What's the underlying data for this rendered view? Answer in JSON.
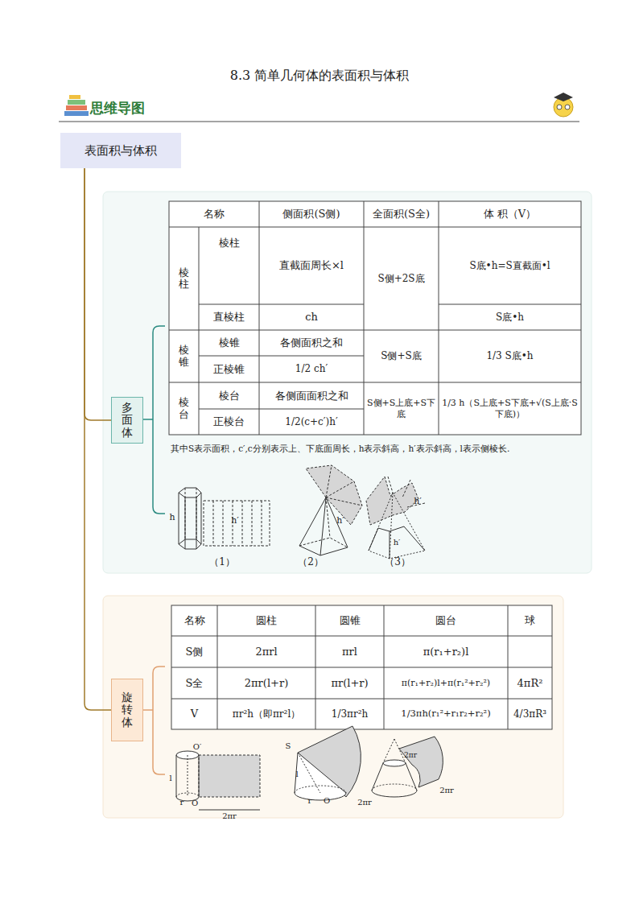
{
  "diagram": {
    "title": "8.3 简单几何体的表面积与体积",
    "nodes": [
      {
        "text": [
          "表面积与体积"
        ]
      },
      {
        "text": [
          "多面体"
        ]
      },
      {
        "text": [
          "旋转体"
        ]
      }
    ],
    "edges": [
      {
        "from": 0,
        "to": 1,
        "arrow": "none"
      },
      {
        "from": 0,
        "to": 2,
        "arrow": "none"
      }
    ],
    "labels": [
      "思维导图",
      "名称",
      "侧面积(S侧)",
      "全面积(S全)",
      "体 积（V）",
      "棱柱",
      "棱柱",
      "直截面周长×l",
      "S侧+2S底",
      "S底•h=S直截面•l",
      "直棱柱",
      "ch",
      "S底•h",
      "棱锥",
      "棱锥",
      "各侧面积之和",
      "S侧+S底",
      "1/3 S底•h",
      "正棱锥",
      "1/2 ch′",
      "棱台",
      "棱台",
      "各侧面面积之和",
      "S侧+S上底+S下底",
      "1/3 h（S上底+S下底+√(S上底·S下底)）",
      "正棱台",
      "1/2(c+c′)h′",
      "其中S表示面积，c′,c分别表示上、下底面周长，h表示斜高，h′表示斜高，l表示侧棱长.",
      "h",
      "h′",
      "（1）",
      "h′",
      "（2）",
      "h′",
      "h′",
      "（3）",
      "名称",
      "圆柱",
      "圆锥",
      "圆台",
      "球",
      "S侧",
      "2πrl",
      "πrl",
      "π(r₁+r₂)l",
      "S全",
      "2πr(l+r)",
      "πr(l+r)",
      "π(r₁+r₂)l+π(r₁²+r₂²)",
      "4πR²",
      "V",
      "πr²h（即πr²l）",
      "1/3πr²h",
      "1/3πh(r₁²+r₁r₂+r₂²)",
      "4/3πR³",
      "O′",
      "l",
      "r",
      "O",
      "2πr",
      "S",
      "l",
      "O",
      "r",
      "2πr",
      "2πr",
      "2πr"
    ]
  }
}
